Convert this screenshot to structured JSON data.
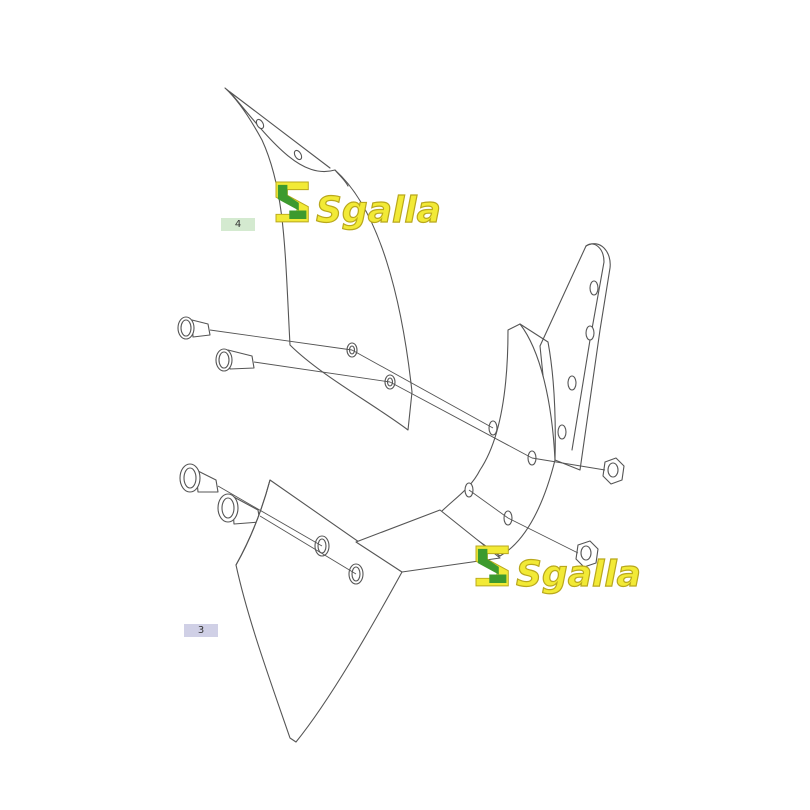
{
  "parts": {
    "part_4": {
      "label": "4",
      "color": "#d4ead0"
    },
    "part_3": {
      "label": "3",
      "color": "#d0d0e6"
    }
  },
  "watermark": {
    "text": "Sgalla",
    "colors": {
      "green": "#3d9a2e",
      "yellow": "#f2ea36",
      "outline": "#b9a81c"
    }
  },
  "drawing": {
    "line_color": "#555555",
    "background": "#ffffff"
  }
}
